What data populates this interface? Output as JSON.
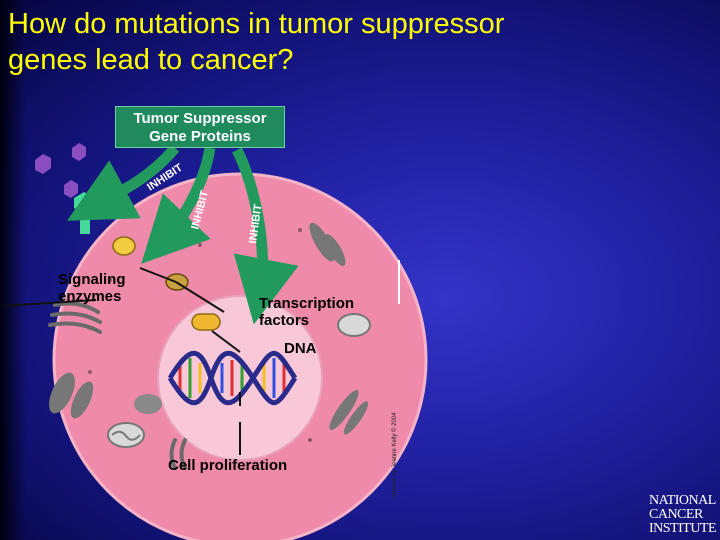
{
  "title": {
    "line1": "How do mutations in tumor suppressor",
    "line2": "genes lead to cancer?"
  },
  "box": {
    "line1": "Tumor Suppressor",
    "line2": "Gene Proteins"
  },
  "arrows": [
    "INHIBIT",
    "INHIBIT",
    "INHIBIT"
  ],
  "labels": {
    "signaling_line1": "Signaling",
    "signaling_line2": "enzymes",
    "tf_line1": "Transcription",
    "tf_line2": "factors",
    "dna": "DNA",
    "cell_proliferation": "Cell proliferation"
  },
  "credit": "Artwork by Jeanne Kelly © 2004",
  "logo": {
    "line1": "NATIONAL",
    "line2": "CANCER",
    "line3": "INSTITUTE"
  },
  "colors": {
    "title": "#ffff00",
    "cell": "#f08aaa",
    "nucleus": "#f8c8d8",
    "arrow": "#229a5e",
    "box": "#1f8a5c"
  }
}
